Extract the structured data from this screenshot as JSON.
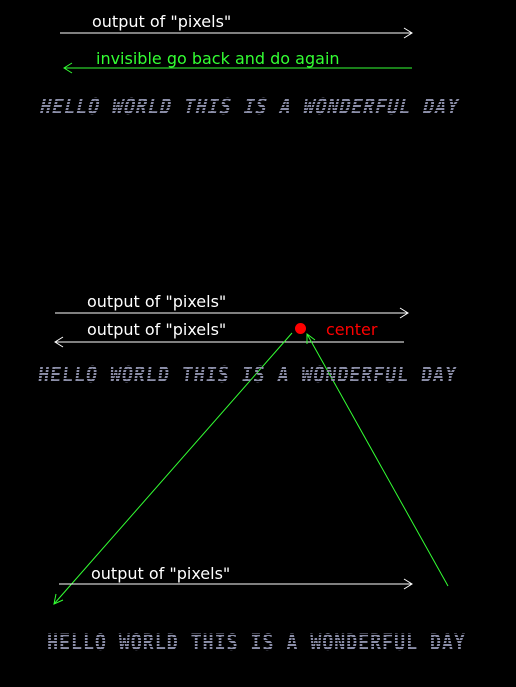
{
  "labels": {
    "output": "output of \"pixels\"",
    "invisible": "invisible go back and do again",
    "center": "center"
  },
  "banner_text": "HELLO WORLD THIS IS A WONDERFUL DAY",
  "colors": {
    "background": "#000000",
    "white": "#ffffff",
    "green": "#33ff33",
    "red": "#ff0000",
    "banner": "#8b8ea8"
  }
}
